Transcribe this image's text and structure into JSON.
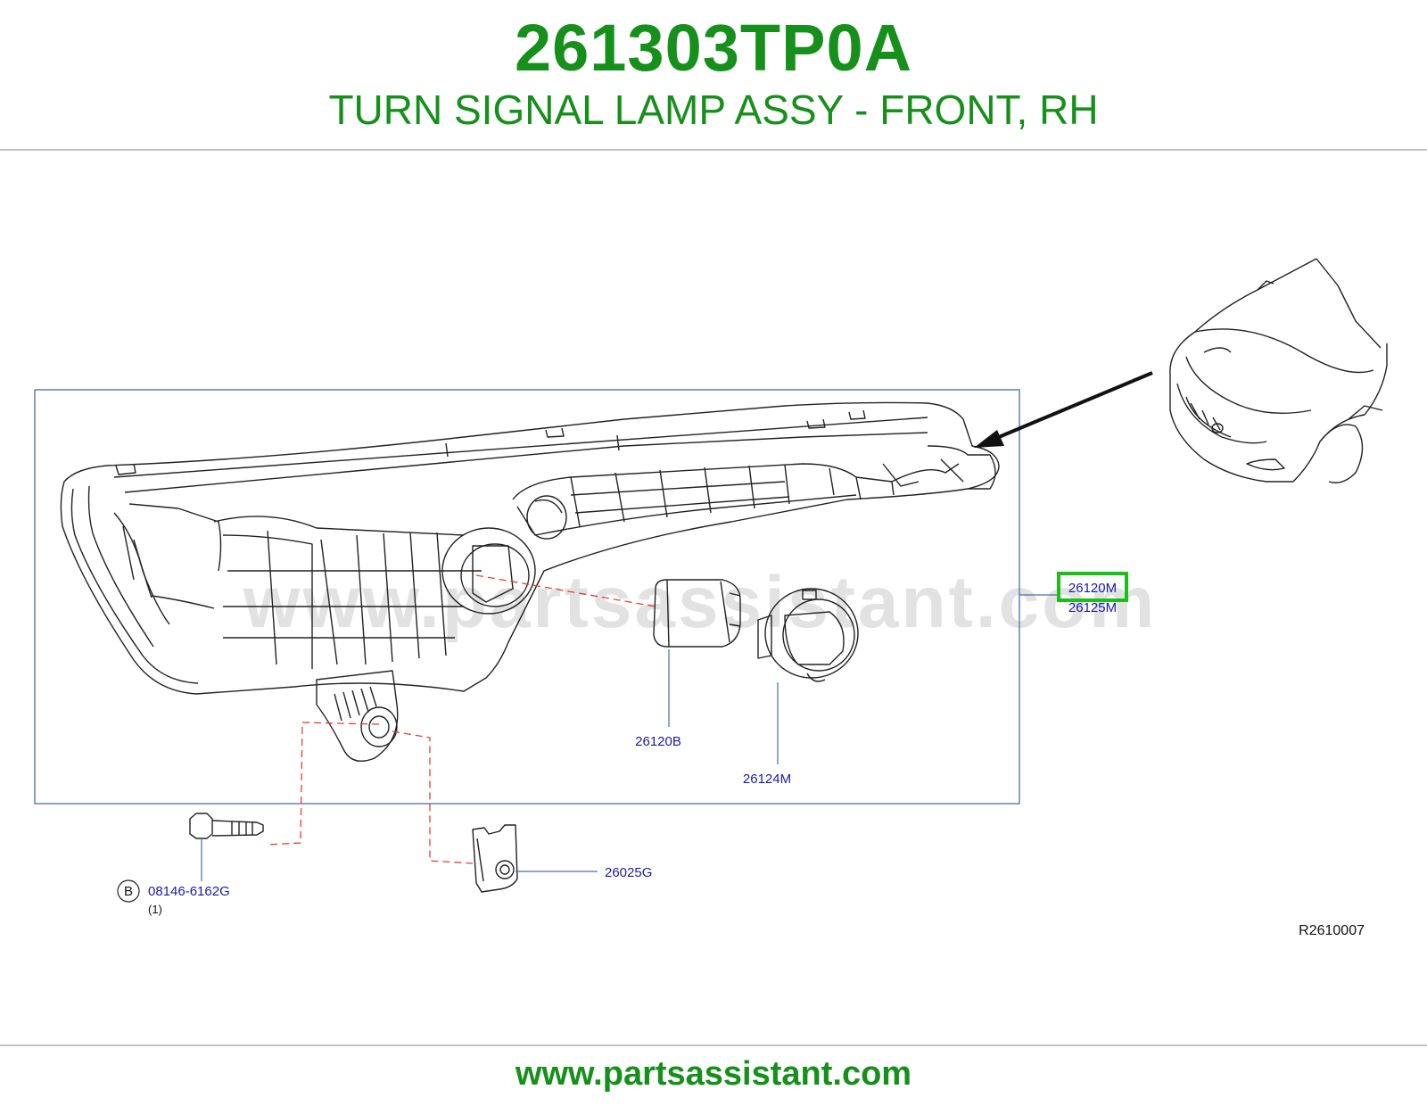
{
  "header": {
    "part_number": "261303TP0A",
    "description": "TURN SIGNAL LAMP ASSY - FRONT, RH"
  },
  "diagram": {
    "watermark": "www.partsassistant.com",
    "callouts": {
      "p26120M": "26120M",
      "p26125M": "26125M",
      "p26120B": "26120B",
      "p26124M": "26124M",
      "p26025G": "26025G",
      "p08146": "08146-6162G",
      "qty": "(1)",
      "bolt_symbol": "B"
    },
    "highlighted_part": "26120M",
    "reference_code": "R2610007"
  },
  "footer": {
    "url": "www.partsassistant.com"
  },
  "colors": {
    "brand_green": "#16901b",
    "highlight_green": "#19c019",
    "callout_blue": "#1a1aa8",
    "frame_blue": "#4a6ea8",
    "leader_red": "#e0403a"
  }
}
